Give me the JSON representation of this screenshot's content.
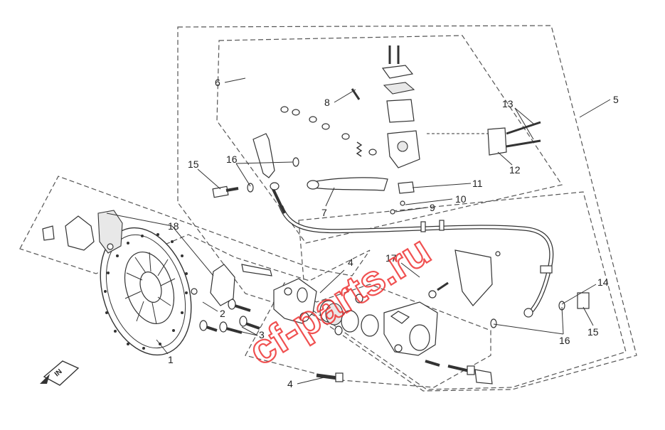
{
  "callouts": [
    "1",
    "2",
    "3",
    "4",
    "4",
    "5",
    "6",
    "7",
    "8",
    "9",
    "10",
    "11",
    "12",
    "13",
    "14",
    "15",
    "15",
    "16",
    "16",
    "17",
    "18"
  ],
  "watermark": "cf-parts.ru",
  "direction_badge": "IN"
}
